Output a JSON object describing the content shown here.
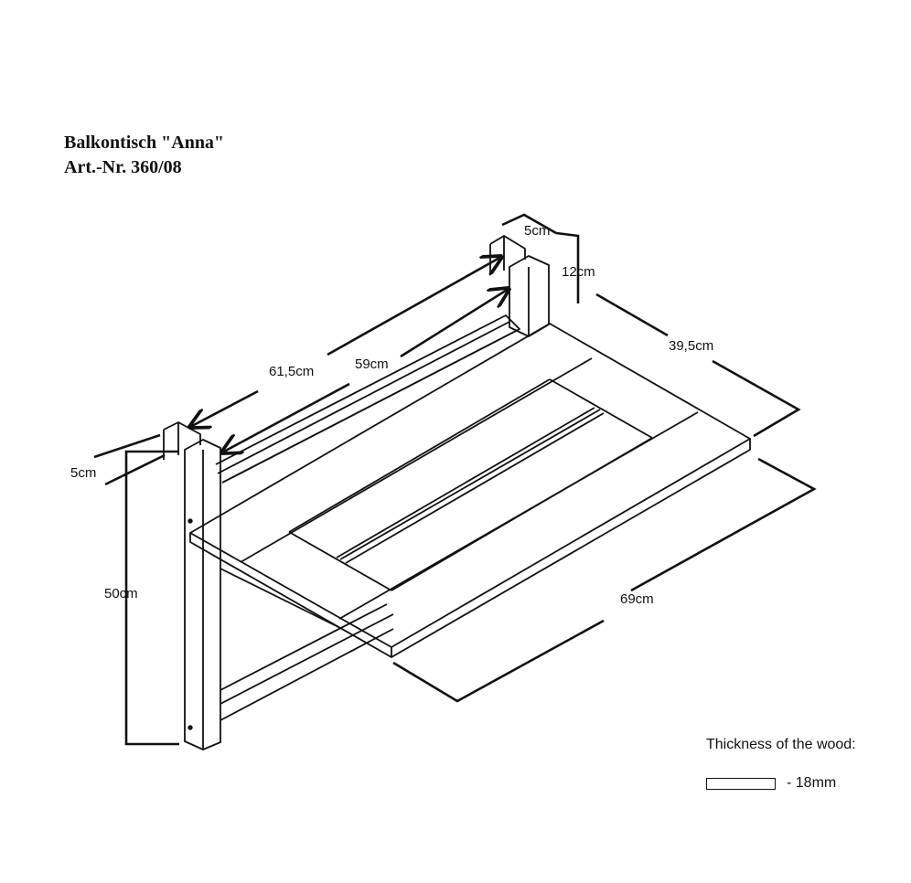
{
  "title": {
    "line1": "Balkontisch \"Anna\"",
    "line2": "Art.-Nr. 360/08"
  },
  "dimensions": {
    "top_width": "5cm",
    "top_height": "12cm",
    "depth": "39,5cm",
    "outer_length": "61,5cm",
    "inner_length": "59cm",
    "side_width": "5cm",
    "leg_height": "50cm",
    "table_length": "69cm"
  },
  "legend": {
    "title": "Thickness of the wood:",
    "value": "- 18mm"
  },
  "colors": {
    "ink": "#111111",
    "background": "#ffffff"
  }
}
